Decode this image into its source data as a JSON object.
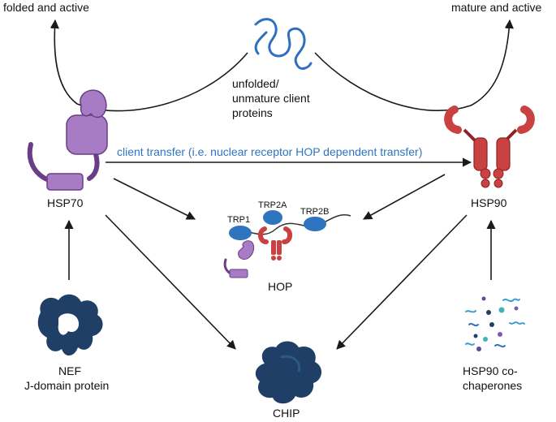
{
  "labels": {
    "folded_active": "folded and active",
    "mature_active": "mature and active",
    "unfolded_line1": "unfolded/",
    "unfolded_line2": "unmature client",
    "unfolded_line3": "proteins",
    "client_transfer": "client transfer (i.e. nuclear receptor HOP dependent transfer)",
    "hsp70": "HSP70",
    "hsp90": "HSP90",
    "trp1": "TRP1",
    "trp2a": "TRP2A",
    "trp2b": "TRP2B",
    "hop": "HOP",
    "nef_line1": "NEF",
    "nef_line2": "J-domain protein",
    "cochap_line1": "HSP90 co-",
    "cochap_line2": "chaperones",
    "chip": "CHIP"
  },
  "colors": {
    "hsp70_light": "#a77cc4",
    "hsp70_dark": "#6b3d86",
    "hsp90": "#c94141",
    "hsp90_dark": "#8e2424",
    "tpr": "#2f74bf",
    "client": "#2f6fbf",
    "dark_blob": "#1f3f66",
    "transfer_text": "#2f74bf",
    "arrow": "#1a1a1a"
  },
  "icons": {
    "unfolded_client": "squiggle-protein-icon",
    "hsp70": "hsp70-chaperone-icon",
    "hsp90": "hsp90-dimer-icon",
    "hop": "hop-cochaperone-icon",
    "nef": "nef-blob-icon",
    "cochaperones": "cochaperone-mix-icon",
    "chip": "chip-ligase-icon"
  }
}
